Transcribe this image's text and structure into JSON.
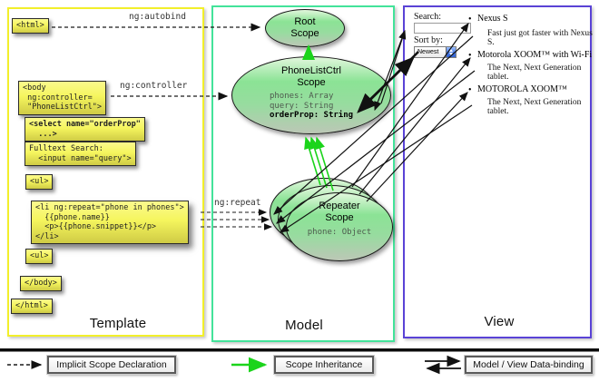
{
  "diagram": {
    "panels": {
      "template": {
        "title": "Template"
      },
      "model": {
        "title": "Model"
      },
      "view": {
        "title": "View"
      }
    },
    "template": {
      "boxes": {
        "html_open": "<html>",
        "body_open": "<body\n ng:controller=\n \"PhoneListCtrl\">",
        "select": "<select name=\"orderProp\"\n  ...>",
        "fulltext": "Fulltext Search:\n  <input name=\"query\">",
        "ul_open": "<ul>",
        "li_repeat": "<li ng:repeat=\"phone in phones\">\n  {{phone.name}}\n  <p>{{phone.snippet}}</p>\n</li>",
        "ul_close": "<ul>",
        "body_close": "</body>",
        "html_close": "</html>"
      },
      "labels": {
        "autobind": "ng:autobind",
        "controller": "ng:controller",
        "repeat": "ng:repeat"
      }
    },
    "model": {
      "root_scope": {
        "title": "Root\nScope"
      },
      "phonelistctrl_scope": {
        "title": "PhoneListCtrl\nScope",
        "props": [
          "phones: Array",
          "query: String",
          "orderProp: String"
        ]
      },
      "repeater_scope": {
        "title": "Repeater\nScope",
        "props": [
          "phone: Object"
        ]
      }
    },
    "view": {
      "search_label": "Search:",
      "search_value": "",
      "sort_label": "Sort by:",
      "sort_value": "Newest",
      "bullet": "•",
      "items": [
        {
          "title": "Nexus S",
          "desc": "Fast just got faster with Nexus S."
        },
        {
          "title": "Motorola XOOM™ with Wi-Fi",
          "desc": "The Next, Next Generation tablet."
        },
        {
          "title": "MOTOROLA XOOM™",
          "desc": "The Next, Next Generation tablet."
        }
      ]
    },
    "legend": {
      "implicit": "Implicit Scope Declaration",
      "inheritance": "Scope Inheritance",
      "databinding": "Model / View Data-binding"
    },
    "colors": {
      "template_border": "#f2ef2a",
      "model_border": "#43e39a",
      "view_border": "#5a43d6",
      "code_highlight": "#f5f55e",
      "scope_fill": "#8be395",
      "inheritance_arrow": "#1bd41b"
    }
  }
}
